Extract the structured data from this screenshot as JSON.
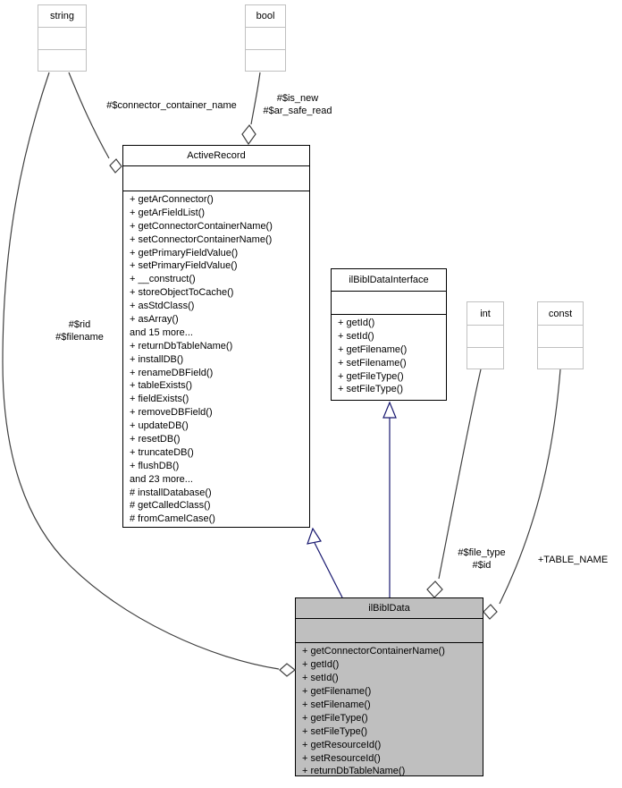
{
  "diagram": {
    "kind": "uml-collaboration-graph",
    "colors": {
      "background": "#ffffff",
      "node_border": "#000000",
      "external_node_border": "#c0c0c0",
      "node_fill": "#ffffff",
      "highlight_fill": "#bfbfbf",
      "inheritance_edge": "#191970",
      "aggregation_edge": "#404040",
      "text": "#000000"
    },
    "nodes": {
      "string_type": {
        "title": "string"
      },
      "bool_type": {
        "title": "bool"
      },
      "int_type": {
        "title": "int"
      },
      "const_type": {
        "title": "const"
      },
      "active_record": {
        "title": "ActiveRecord",
        "methods": [
          "+ getArConnector()",
          "+ getArFieldList()",
          "+ getConnectorContainerName()",
          "+ setConnectorContainerName()",
          "+ getPrimaryFieldValue()",
          "+ setPrimaryFieldValue()",
          "+ __construct()",
          "+ storeObjectToCache()",
          "+ asStdClass()",
          "+ asArray()",
          "and 15 more...",
          "+ returnDbTableName()",
          "+ installDB()",
          "+ renameDBField()",
          "+ tableExists()",
          "+ fieldExists()",
          "+ removeDBField()",
          "+ updateDB()",
          "+ resetDB()",
          "+ truncateDB()",
          "+ flushDB()",
          "and 23 more...",
          "# installDatabase()",
          "# getCalledClass()",
          "# fromCamelCase()"
        ]
      },
      "ilbibl_data_interface": {
        "title": "ilBiblDataInterface",
        "methods": [
          "+ getId()",
          "+ setId()",
          "+ getFilename()",
          "+ setFilename()",
          "+ getFileType()",
          "+ setFileType()"
        ]
      },
      "ilbibl_data": {
        "title": "ilBiblData",
        "methods": [
          "+ getConnectorContainerName()",
          "+ getId()",
          "+ setId()",
          "+ getFilename()",
          "+ setFilename()",
          "+ getFileType()",
          "+ setFileType()",
          "+ getResourceId()",
          "+ setResourceId()",
          "+ returnDbTableName()"
        ]
      }
    },
    "edge_labels": {
      "connector_container_name": "#$connector_container_name",
      "is_new": "#$is_new",
      "ar_safe_read": "#$ar_safe_read",
      "rid": "#$rid",
      "filename": "#$filename",
      "file_type": "#$file_type",
      "id": "#$id",
      "table_name": "+TABLE_NAME"
    }
  }
}
